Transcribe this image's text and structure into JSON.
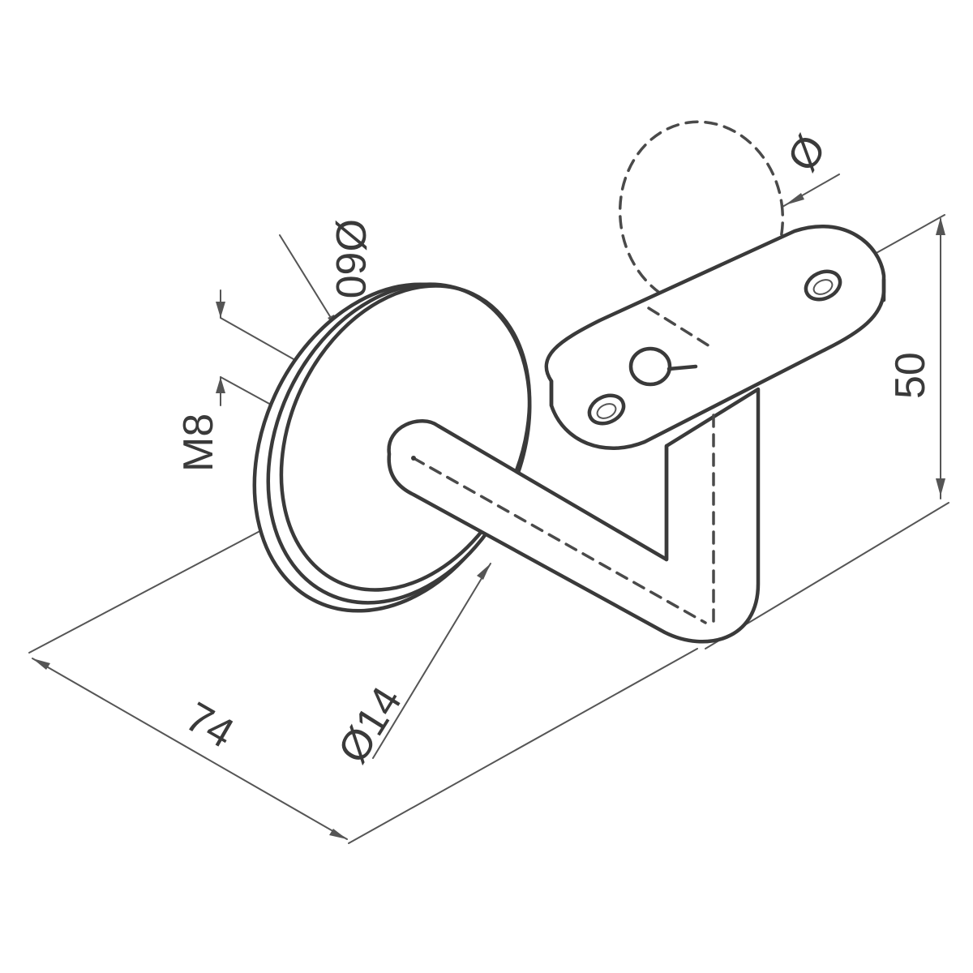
{
  "dimensions": {
    "base_diameter": "Ø60",
    "thread": "M8",
    "rod_diameter": "Ø14",
    "depth": "74",
    "height": "50",
    "rail_diameter": "Ø"
  },
  "colors": {
    "line": "#3a3a3a",
    "background": "#ffffff"
  }
}
